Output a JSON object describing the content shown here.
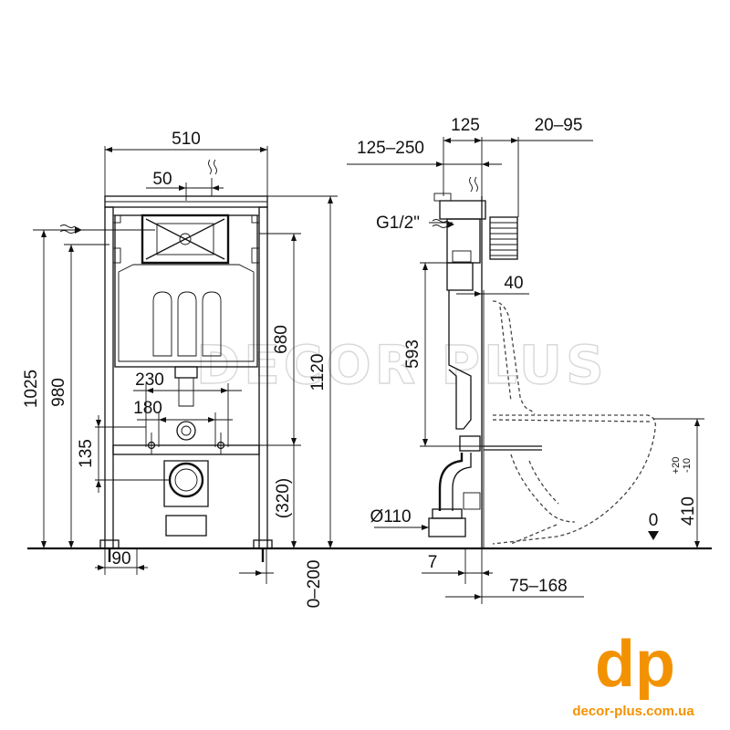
{
  "watermark": "DECOR PLUS",
  "brand": {
    "logo": "dp",
    "site": "decor-plus.com.ua",
    "color": "#f39200"
  },
  "front_view": {
    "width_total": "510",
    "water_inlet_offset": "50",
    "height_1025": "1025",
    "height_980": "980",
    "height_1120": "1120",
    "height_680": "680",
    "width_230": "230",
    "width_180": "180",
    "height_135": "135",
    "height_320": "(320)",
    "foot_90": "90",
    "floor_adjust": "0–200"
  },
  "side_view": {
    "depth_125": "125",
    "range_125_250": "125–250",
    "range_20_95": "20–95",
    "thread": "G1/2\"",
    "offset_40": "40",
    "height_593": "593",
    "drain_diameter": "Ø110",
    "offset_7": "7",
    "range_75_168": "75–168",
    "bowl_height": "410",
    "tol_plus": "+20",
    "tol_minus": "-10",
    "zero_level": "0"
  }
}
